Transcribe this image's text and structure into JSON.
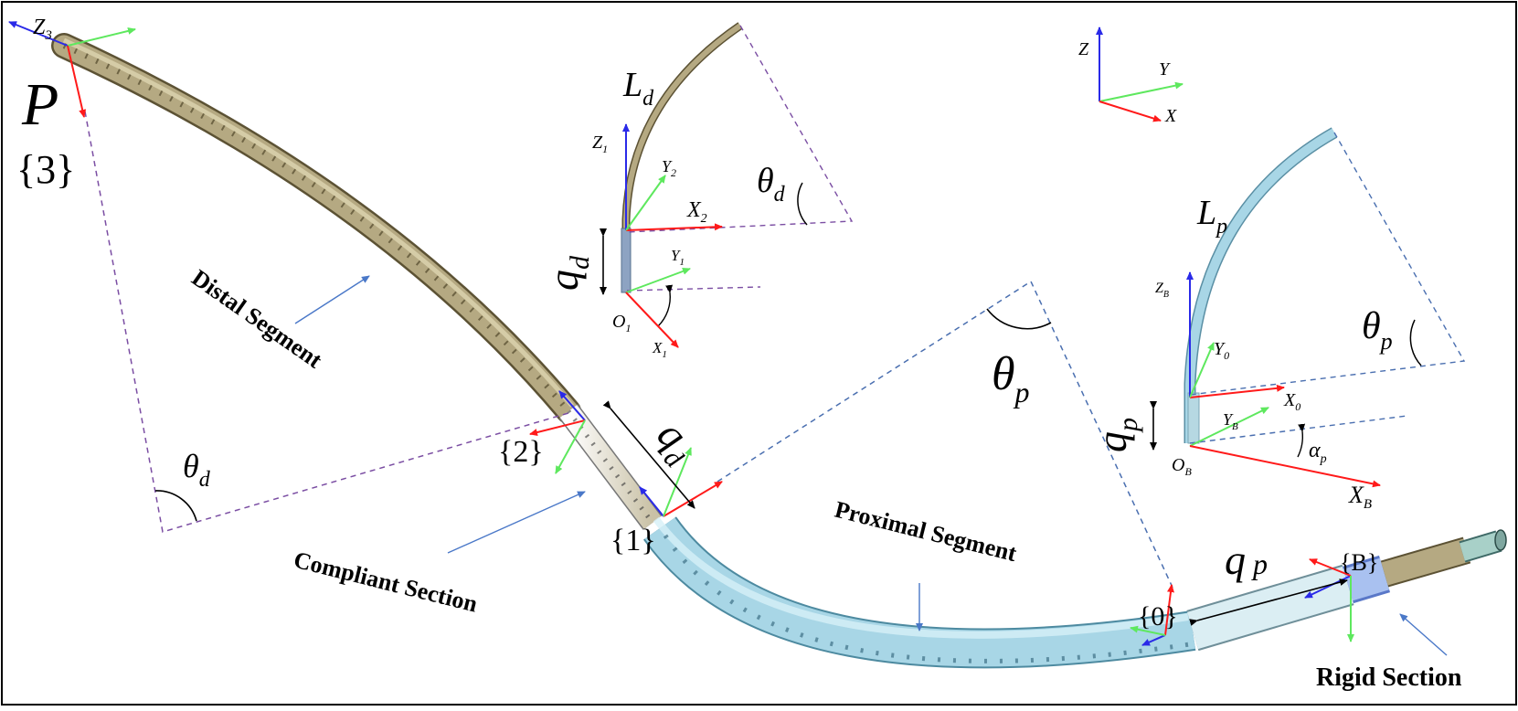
{
  "labels": {
    "z3": "Z",
    "z3_sub": "3",
    "p": "P",
    "frame3": "{3}",
    "frame2": "{2}",
    "frame1": "{1}",
    "frame0": "{0}",
    "frameB": "{B}",
    "theta": "θ",
    "sub_d": "d",
    "sub_p": "p",
    "q": "q",
    "distal": "Distal Segment",
    "compliant": "Compliant Section",
    "proximal": "Proximal Segment",
    "rigid": "Rigid Section",
    "L": "L",
    "Z": "Z",
    "Y": "Y",
    "X": "X",
    "O": "O",
    "sub_1": "1",
    "sub_2": "2",
    "sub_0": "0",
    "sub_B": "B",
    "alpha": "α",
    "qp_main": "q",
    "qp_main_sub": "p"
  },
  "colors": {
    "distal": "#b5a982",
    "proximal": "#a8d6e6",
    "axis_x": "#ff1a1a",
    "axis_y": "#5ee85e",
    "axis_z": "#2a2ae8",
    "dash_d": "#7b4ea3",
    "dash_p": "#4a6fb0",
    "pointer": "#4a78c8"
  }
}
